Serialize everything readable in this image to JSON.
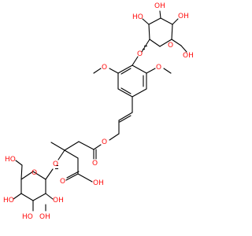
{
  "colors": {
    "bond": "#000000",
    "oxygen": "#ff0d0d",
    "background": "#ffffff"
  },
  "labels": {
    "oh_top_a": "HO",
    "oh_top_b": "OH",
    "oh_top_c": "OH",
    "oh_top_d": "OH",
    "oh_ch2_top": "OH",
    "o_ring_top": "O",
    "o_glyco_top": "O",
    "o_methoxy_left": "O",
    "o_methoxy_right": "O",
    "o_ester": "O",
    "o_carbonyl": "O",
    "o_acid": "O",
    "oh_acid": "OH",
    "o_glyco_bottom": "O",
    "o_ring_bottom": "O",
    "oh_ch2_bottom": "HO",
    "oh_bot_a": "HO",
    "oh_bot_b": "OH",
    "oh_bot_c": "HO",
    "oh_bot_d": "OH"
  }
}
